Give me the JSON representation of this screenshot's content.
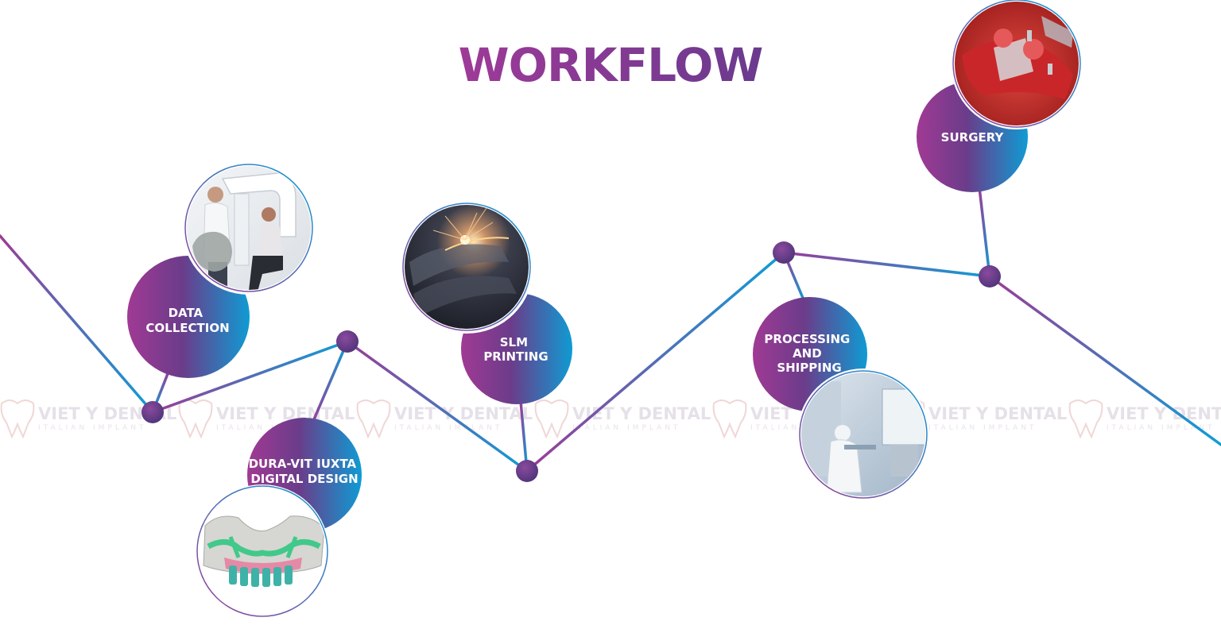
{
  "title": "WORKFLOW",
  "colors": {
    "purple": "#9b3c96",
    "blue": "#0d9ed6",
    "node": "#6e3b85",
    "title_start": "#9e3a98",
    "title_end": "#6a3a8e"
  },
  "watermark": {
    "brand": "VIET Y DENTAL",
    "tagline": "ITALIAN IMPLANT",
    "icon": "tooth-icon"
  },
  "steps": [
    {
      "id": "data-collection",
      "lines": [
        "DATA",
        "COLLECTION"
      ],
      "photo": "dental-scanner-photo"
    },
    {
      "id": "digital-design",
      "lines": [
        "DURA-VIT IUXTA",
        "DIGITAL DESIGN"
      ],
      "photo": "digital-design-render"
    },
    {
      "id": "slm-printing",
      "lines": [
        "SLM",
        "PRINTING"
      ],
      "photo": "laser-printing-photo"
    },
    {
      "id": "processing-shipping",
      "lines": [
        "PROCESSING",
        "AND",
        "SHIPPING"
      ],
      "photo": "lab-processing-photo"
    },
    {
      "id": "surgery",
      "lines": [
        "SURGERY"
      ],
      "photo": "surgery-photo"
    }
  ]
}
